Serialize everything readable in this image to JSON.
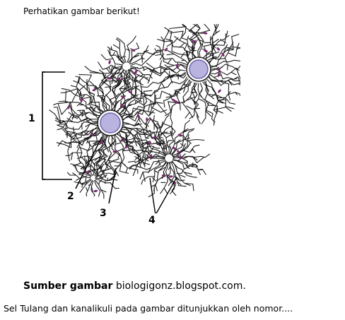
{
  "instruction": "Perhatikan gambar berikut!",
  "figure": {
    "labels": {
      "one": "1",
      "two": "2",
      "three": "3",
      "four": "4"
    },
    "colors": {
      "stroke": "#1c1c1c",
      "canaliculi": "#7a2b6e",
      "canal_fill": "#b9b3df",
      "canal_stroke": "#6d64ad"
    }
  },
  "source": {
    "prefix": "Sumber gambar",
    "site": "biologigonz.blogspot.com."
  },
  "question": "Sel Tulang dan kanalikuli pada gambar ditunjukkan oleh nomor...."
}
